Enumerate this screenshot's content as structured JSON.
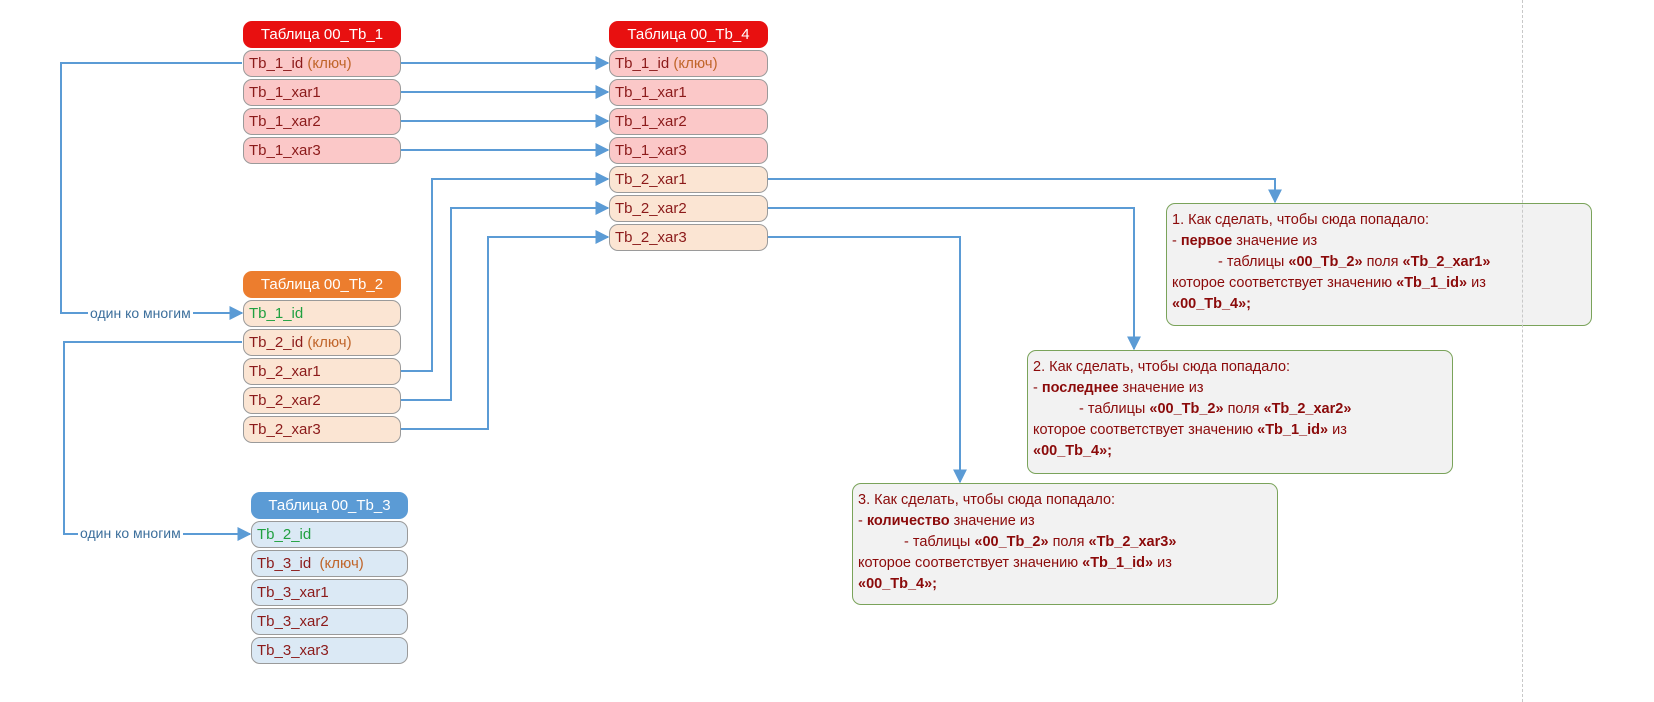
{
  "tables": {
    "tb1": {
      "header": "Таблица 00_Tb_1",
      "fields": [
        {
          "name": "Tb_1_id",
          "suffix": " (ключ)"
        },
        {
          "name": "Tb_1_xar1",
          "suffix": ""
        },
        {
          "name": "Tb_1_xar2",
          "suffix": ""
        },
        {
          "name": "Tb_1_xar3",
          "suffix": ""
        }
      ]
    },
    "tb4": {
      "header": "Таблица 00_Tb_4",
      "fields": [
        {
          "name": "Tb_1_id",
          "suffix": " (ключ)"
        },
        {
          "name": "Tb_1_xar1",
          "suffix": ""
        },
        {
          "name": "Tb_1_xar2",
          "suffix": ""
        },
        {
          "name": "Tb_1_xar3",
          "suffix": ""
        },
        {
          "name": "Tb_2_xar1",
          "suffix": ""
        },
        {
          "name": "Tb_2_xar2",
          "suffix": ""
        },
        {
          "name": "Tb_2_xar3",
          "suffix": ""
        }
      ]
    },
    "tb2": {
      "header": "Таблица 00_Tb_2",
      "fields": [
        {
          "name": "Tb_1_id",
          "suffix": ""
        },
        {
          "name": "Tb_2_id",
          "suffix": " (ключ)"
        },
        {
          "name": "Tb_2_xar1",
          "suffix": ""
        },
        {
          "name": "Tb_2_xar2",
          "suffix": ""
        },
        {
          "name": "Tb_2_xar3",
          "suffix": ""
        }
      ]
    },
    "tb3": {
      "header": "Таблица 00_Tb_3",
      "fields": [
        {
          "name": "Tb_2_id",
          "suffix": ""
        },
        {
          "name": "Tb_3_id",
          "suffix": "  (ключ)"
        },
        {
          "name": "Tb_3_xar1",
          "suffix": ""
        },
        {
          "name": "Tb_3_xar2",
          "suffix": ""
        },
        {
          "name": "Tb_3_xar3",
          "suffix": ""
        }
      ]
    }
  },
  "relations": {
    "rel1": "один ко многим",
    "rel2": "один ко многим"
  },
  "notes": [
    {
      "line1": "1. Как сделать, чтобы сюда попадало:",
      "l2_prefix": "- ",
      "l2_bold": "первое",
      "l2_rest": " значение из",
      "l3_a": "- таблицы  ",
      "l3_b": "«00_Tb_2»",
      "l3_c": " поля ",
      "l3_d": "«Tb_2_xar1»",
      "l4_a": "которое соответствует значению  ",
      "l4_b": "«Tb_1_id»",
      "l4_c": " из",
      "line5": "«00_Tb_4»;"
    },
    {
      "line1": "2. Как сделать, чтобы сюда попадало:",
      "l2_prefix": "- ",
      "l2_bold": "последнее",
      "l2_rest": " значение из",
      "l3_a": "- таблицы  ",
      "l3_b": "«00_Tb_2»",
      "l3_c": " поля ",
      "l3_d": "«Tb_2_xar2»",
      "l4_a": "которое соответствует значению  ",
      "l4_b": "«Tb_1_id»",
      "l4_c": " из",
      "line5": "«00_Tb_4»;"
    },
    {
      "line1": "3. Как сделать, чтобы сюда попадало:",
      "l2_prefix": "- ",
      "l2_bold": "количество",
      "l2_rest": " значение из",
      "l3_a": "- таблицы  ",
      "l3_b": "«00_Tb_2»",
      "l3_c": " поля ",
      "l3_d": "«Tb_2_xar3»",
      "l4_a": "которое соответствует значению  ",
      "l4_b": "«Tb_1_id»",
      "l4_c": " из",
      "line5": "«00_Tb_4»;"
    }
  ],
  "colors": {
    "connector": "#5b9bd5",
    "header_red": "#e81010",
    "header_orange": "#ec7d2e",
    "header_blue": "#5b9bd5"
  }
}
